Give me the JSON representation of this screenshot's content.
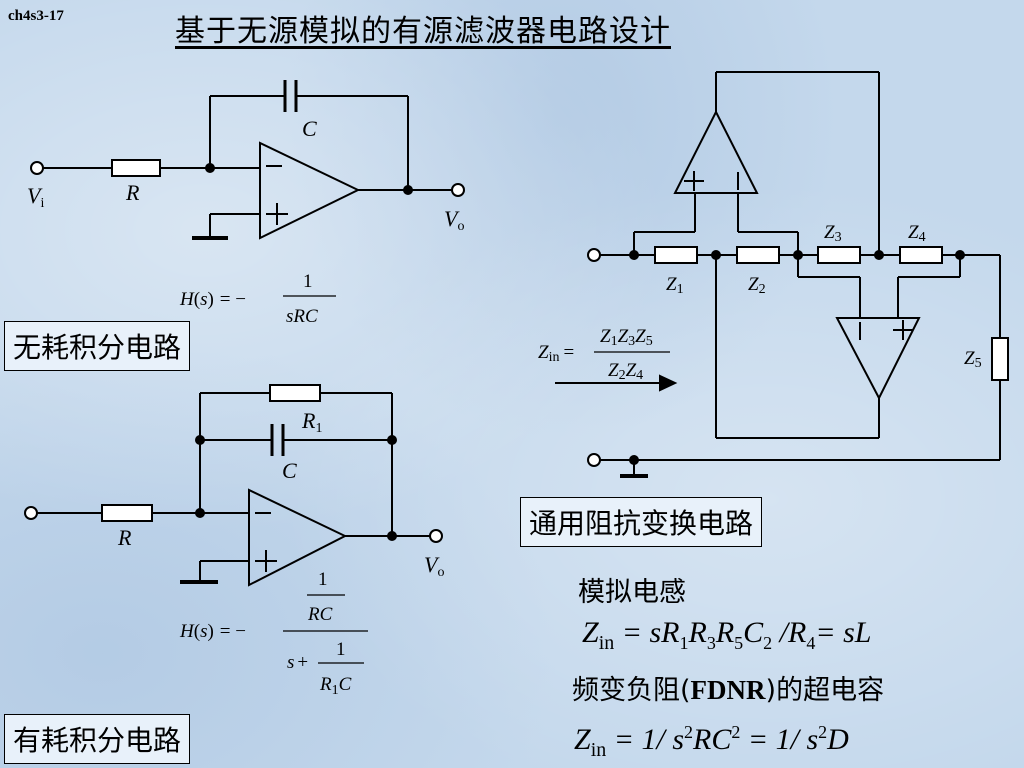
{
  "slide_id": "ch4s3-17",
  "title": "基于无源模拟的有源滤波器电路设计",
  "circuit1": {
    "caption": "无耗积分电路",
    "labels": {
      "capacitor": "C",
      "resistor": "R",
      "input": "V",
      "input_sub": "i",
      "output": "V",
      "output_sub": "o"
    },
    "formula": {
      "lhs": "H",
      "arg": "s",
      "minus": "= −",
      "num": "1",
      "den": "sRC"
    }
  },
  "circuit2": {
    "caption": "有耗积分电路",
    "labels": {
      "r1": "R",
      "r1_sub": "1",
      "capacitor": "C",
      "resistor": "R",
      "output": "V",
      "output_sub": "o"
    },
    "formula": {
      "lhs": "H",
      "arg": "s",
      "minus": "= −",
      "num_top": "1",
      "num_bottom": "RC",
      "den_s": "s +",
      "den_top": "1",
      "den_bottom": "R",
      "den_bottom_sub": "1",
      "den_bottom_tail": "C"
    }
  },
  "gic": {
    "caption": "通用阻抗变换电路",
    "labels": [
      "Z1",
      "Z2",
      "Z3",
      "Z4",
      "Z5"
    ],
    "zin_formula": {
      "lhs": "Z",
      "lhs_sub": "in",
      "num": "Z1Z3Z5",
      "den": "Z2Z4"
    },
    "sim_inductor_title": "模拟电感",
    "eq1": "Zin = sR1R3R5C2 /R4= sL",
    "fdnr_title_pre": "频变负阻(",
    "fdnr_title_bold": "FDNR",
    "fdnr_title_post": ")的超电容",
    "eq2": "Zin = 1/ s²RC² = 1/ s²D"
  }
}
